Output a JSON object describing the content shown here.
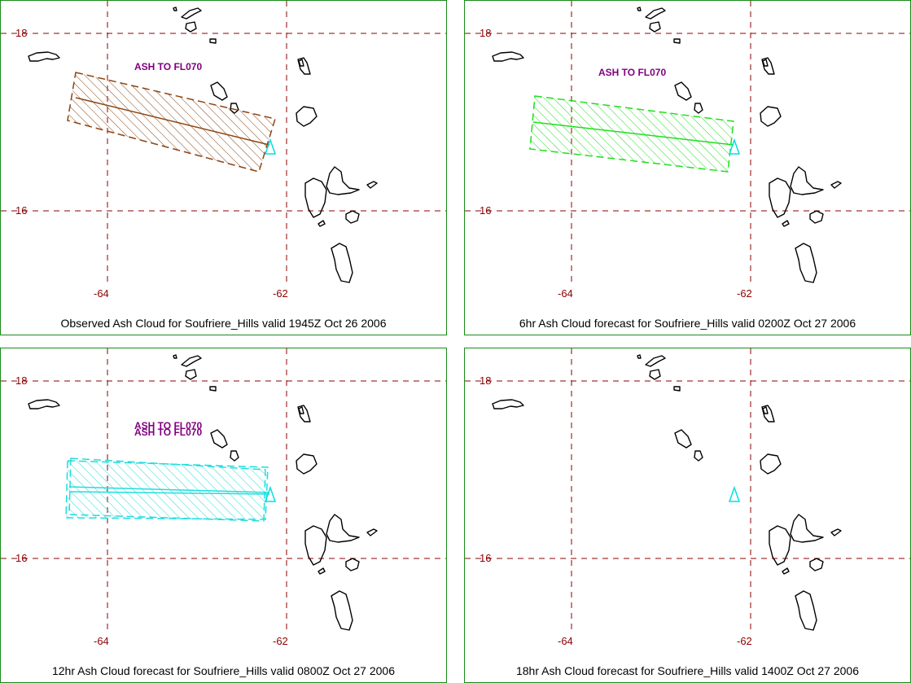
{
  "colors": {
    "panel_border": "#1a8a1a",
    "grid": "#8b0000",
    "ash_label": "#800080",
    "volcano_marker": "#00e0e0",
    "observed_cloud": "#8b4513",
    "forecast_6hr_cloud": "#22dd22",
    "forecast_12hr_cloud": "#22dddd"
  },
  "panels": [
    {
      "caption": "Observed Ash Cloud for Soufriere_Hills valid 1945Z Oct 26 2006",
      "lat_labels": [
        "18",
        "16"
      ],
      "lon_labels": [
        "-64",
        "-62"
      ],
      "ash_labels": [
        "ASH TO FL070"
      ],
      "cloud_color_key": "observed_cloud"
    },
    {
      "caption": "6hr Ash Cloud forecast for Soufriere_Hills valid 0200Z Oct 27 2006",
      "lat_labels": [
        "18",
        "16"
      ],
      "lon_labels": [
        "-64",
        "-62"
      ],
      "ash_labels": [
        "ASH TO FL070"
      ],
      "cloud_color_key": "forecast_6hr_cloud"
    },
    {
      "caption": "12hr Ash Cloud forecast for Soufriere_Hills valid 0800Z Oct 27 2006",
      "lat_labels": [
        "18",
        "16"
      ],
      "lon_labels": [
        "-64",
        "-62"
      ],
      "ash_labels": [
        "ASH TO FL070",
        "ASH TO FL070"
      ],
      "cloud_color_key": "forecast_12hr_cloud"
    },
    {
      "caption": "18hr Ash Cloud forecast for Soufriere_Hills valid 1400Z Oct 27 2006",
      "lat_labels": [
        "18",
        "16"
      ],
      "lon_labels": [
        "-64",
        "-62"
      ],
      "ash_labels": [],
      "cloud_color_key": null
    }
  ]
}
